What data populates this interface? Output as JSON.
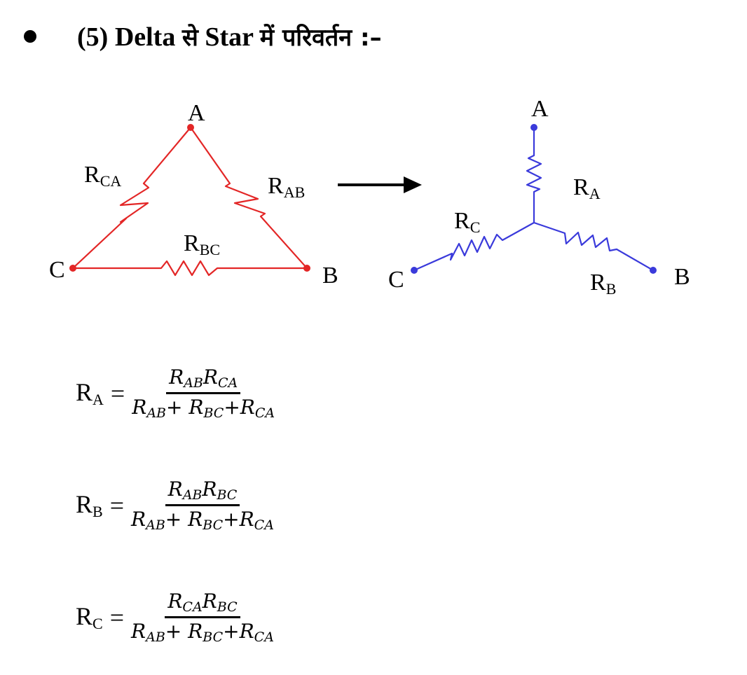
{
  "heading": {
    "number": "(5)",
    "word1": "Delta",
    "hindi1": "से",
    "word2": "Star",
    "hindi2": "में परिवर्तन :–"
  },
  "delta": {
    "color": "#e32626",
    "nodes": {
      "a": "A",
      "b": "B",
      "c": "C"
    },
    "labels": {
      "r": "R",
      "ca": "CA",
      "ab": "AB",
      "bc": "BC"
    }
  },
  "star": {
    "color": "#3a3adb",
    "nodes": {
      "a": "A",
      "b": "B",
      "c": "C"
    },
    "labels": {
      "r": "R",
      "a": "A",
      "b": "B",
      "c": "C"
    }
  },
  "formulas": [
    {
      "lhs_r": "R",
      "lhs_sub": "A",
      "eq": "=",
      "num": [
        {
          "r": "R",
          "s": "AB"
        },
        {
          "r": "R",
          "s": "CA"
        }
      ],
      "den": [
        {
          "r": "R",
          "s": "AB"
        },
        {
          "r": "+ R",
          "s": "BC"
        },
        {
          "r": "+R",
          "s": "CA"
        }
      ]
    },
    {
      "lhs_r": "R",
      "lhs_sub": "B",
      "eq": "=",
      "num": [
        {
          "r": "R",
          "s": "AB"
        },
        {
          "r": "R",
          "s": "BC"
        }
      ],
      "den": [
        {
          "r": "R",
          "s": "AB"
        },
        {
          "r": "+ R",
          "s": "BC"
        },
        {
          "r": "+R",
          "s": "CA"
        }
      ]
    },
    {
      "lhs_r": "R",
      "lhs_sub": "C",
      "eq": "=",
      "num": [
        {
          "r": "R",
          "s": "CA"
        },
        {
          "r": "R",
          "s": "BC"
        }
      ],
      "den": [
        {
          "r": "R",
          "s": "AB"
        },
        {
          "r": "+ R",
          "s": "BC"
        },
        {
          "r": "+R",
          "s": "CA"
        }
      ]
    }
  ]
}
